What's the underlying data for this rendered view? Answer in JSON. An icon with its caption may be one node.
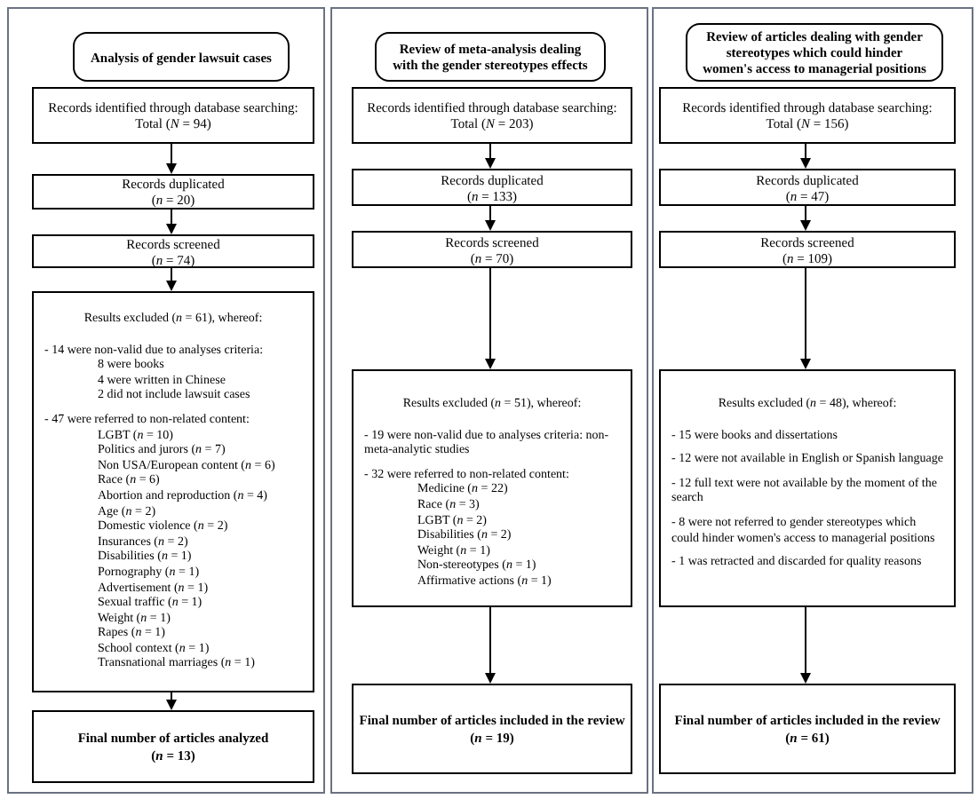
{
  "diagram": {
    "nodes": [
      {
        "text": [],
        "shape": "box"
      },
      {
        "text": [
          "Analysis of gender lawsuit cases"
        ],
        "in": 0
      },
      {
        "text": [
          "Records identified through database searching:",
          "Total (*N* = 94)"
        ],
        "in": 0
      },
      {
        "text": [
          "Records duplicated",
          "(*n* = 20)"
        ],
        "in": 0
      },
      {
        "text": [
          "Records screened",
          "(*n* = 74)"
        ],
        "in": 0
      },
      {
        "text": [
          "Results excluded (*n* = 61), whereof:",
          "- 14 were non-valid due to analyses criteria:",
          "8 were books",
          "4 were written in Chinese",
          "2 did not include lawsuit cases",
          "- 47 were referred to non-related content:",
          "LGBT (*n* = 10)",
          "Politics and jurors (*n* = 7)",
          "Non USA/European content (*n* = 6)",
          "Race (*n* = 6)",
          "Abortion and reproduction (*n* = 4)",
          "Age (*n* = 2)",
          "Domestic violence (*n* = 2)",
          "Insurances (*n* = 2)",
          "Disabilities (*n* = 1)",
          "Pornography (*n* = 1)",
          "Advertisement (*n* = 1)",
          "Sexual traffic (*n* = 1)",
          "Weight (*n* = 1)",
          "Rapes (*n* = 1)",
          "School context (*n* = 1)",
          "Transnational marriages (*n* = 1)"
        ],
        "in": 0
      },
      {
        "text": [
          "Final number of articles analyzed",
          "(*n* = 13)"
        ],
        "in": 0
      },
      {
        "text": [],
        "shape": "box"
      },
      {
        "text": [
          "Review of meta-analysis dealing with the gender stereotypes effects"
        ],
        "in": 7
      },
      {
        "text": [
          "Records identified through database searching:",
          "Total (*N* = 203)"
        ],
        "in": 7
      },
      {
        "text": [
          "Records duplicated",
          "(*n* = 133)"
        ],
        "in": 7
      },
      {
        "text": [
          "Records screened",
          "(*n* = 70)"
        ],
        "in": 7
      },
      {
        "text": [
          "Results excluded (*n* = 51), whereof:",
          "- 19 were non-valid due to analyses criteria: non-meta-analytic studies",
          "- 32 were referred to non-related content:",
          "Medicine (*n* = 22)",
          "Race (*n* = 3)",
          "LGBT (*n* = 2)",
          "Disabilities (*n* = 2)",
          "Weight (*n* = 1)",
          "Non-stereotypes (*n* = 1)",
          "Affirmative actions (*n* = 1)"
        ],
        "in": 7
      },
      {
        "text": [
          "Final number of articles included in the review",
          "(*n* = 19)"
        ],
        "in": 7
      },
      {
        "text": [],
        "shape": "box"
      },
      {
        "text": [
          "Review of articles dealing with gender stereotypes which could hinder women's access to managerial positions"
        ],
        "in": 14
      },
      {
        "text": [
          "Records identified through database searching:",
          "Total (*N* = 156)"
        ],
        "in": 14
      },
      {
        "text": [
          "Records duplicated",
          "(*n* = 47)"
        ],
        "in": 14
      },
      {
        "text": [
          "Records screened",
          "(*n* = 109)"
        ],
        "in": 14
      },
      {
        "text": [
          "Results excluded (*n* = 48), whereof:",
          "- 15 were books and dissertations",
          "- 12 were not available in English or Spanish language",
          "- 12 full text were not available by the moment of the search",
          "- 8 were not referred to gender stereotypes which could hinder women's access to managerial positions",
          "- 1 was retracted and discarded for quality reasons"
        ],
        "in": 14
      },
      {
        "text": [
          "Final number of articles included in the review",
          "(*n* = 61)"
        ],
        "in": 14
      }
    ],
    "edges": [
      {
        "from": 2,
        "to": 3,
        "arrow": "to"
      },
      {
        "from": 3,
        "to": 4,
        "arrow": "to"
      },
      {
        "from": 4,
        "to": 5,
        "arrow": "to"
      },
      {
        "from": 5,
        "to": 6,
        "arrow": "to"
      },
      {
        "from": 9,
        "to": 10,
        "arrow": "to"
      },
      {
        "from": 10,
        "to": 11,
        "arrow": "to"
      },
      {
        "from": 11,
        "to": 12,
        "arrow": "to"
      },
      {
        "from": 12,
        "to": 13,
        "arrow": "to"
      },
      {
        "from": 16,
        "to": 17,
        "arrow": "to"
      },
      {
        "from": 17,
        "to": 18,
        "arrow": "to"
      },
      {
        "from": 18,
        "to": 19,
        "arrow": "to"
      },
      {
        "from": 19,
        "to": 20,
        "arrow": "to"
      }
    ]
  }
}
